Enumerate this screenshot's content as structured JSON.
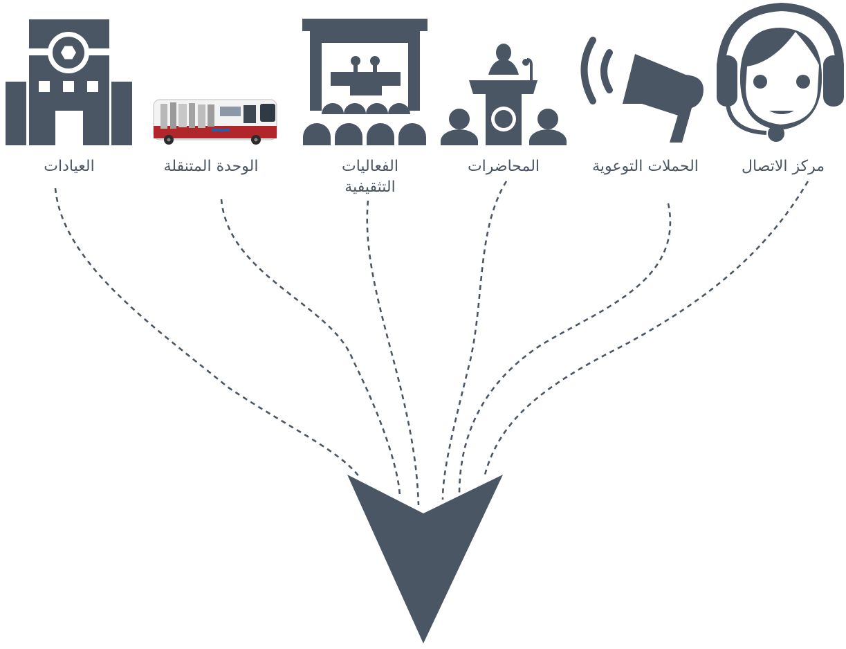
{
  "colors": {
    "icon": "#4a5663",
    "text": "#4a5663",
    "connector": "#4a5663",
    "background": "#ffffff",
    "bus_body": "#f2f2f2",
    "bus_stripe": "#b0262b",
    "bus_accent": "#2a5da8"
  },
  "channels": [
    {
      "id": "call-center",
      "label": "مركز الاتصال",
      "icon": "headset-agent-icon"
    },
    {
      "id": "awareness-campaigns",
      "label": "الحملات التوعوية",
      "icon": "megaphone-icon"
    },
    {
      "id": "lectures",
      "label": "المحاضرات",
      "icon": "lecturer-podium-icon"
    },
    {
      "id": "educational-events",
      "label": "الفعاليات التثقيفية",
      "icon": "presentation-audience-icon"
    },
    {
      "id": "mobile-unit",
      "label": "الوحدة المتنقلة",
      "icon": "mobile-clinic-bus-icon"
    },
    {
      "id": "clinics",
      "label": "العيادات",
      "icon": "clinic-building-icon"
    }
  ],
  "target": {
    "icon": "arrow-down-icon"
  }
}
